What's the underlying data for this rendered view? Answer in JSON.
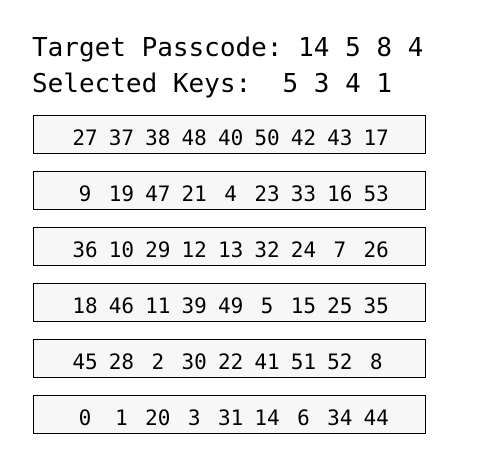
{
  "header": {
    "target_label": "Target Passcode:",
    "target_code": "14 5 8 4",
    "selected_label": "Selected Keys:",
    "selected_keys": "5 3 4 1"
  },
  "keypad": {
    "rows": [
      [
        "27",
        "37",
        "38",
        "48",
        "40",
        "50",
        "42",
        "43",
        "17"
      ],
      [
        "9",
        "19",
        "47",
        "21",
        "4",
        "23",
        "33",
        "16",
        "53"
      ],
      [
        "36",
        "10",
        "29",
        "12",
        "13",
        "32",
        "24",
        "7",
        "26"
      ],
      [
        "18",
        "46",
        "11",
        "39",
        "49",
        "5",
        "15",
        "25",
        "35"
      ],
      [
        "45",
        "28",
        "2",
        "30",
        "22",
        "41",
        "51",
        "52",
        "8"
      ],
      [
        "0",
        "1",
        "20",
        "3",
        "31",
        "14",
        "6",
        "34",
        "44"
      ]
    ]
  }
}
